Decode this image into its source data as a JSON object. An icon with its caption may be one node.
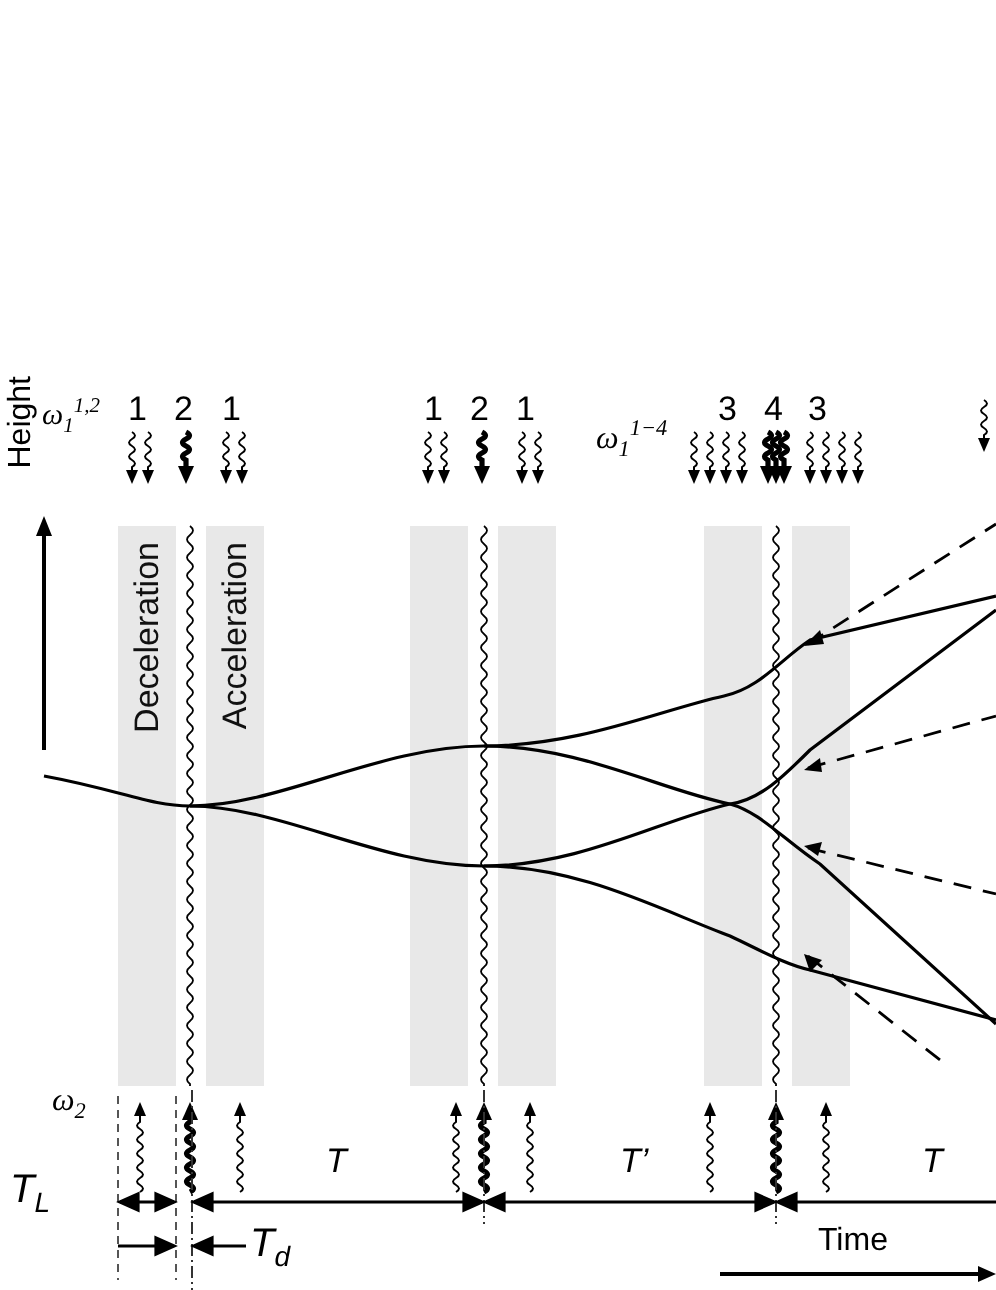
{
  "diagram": {
    "nodes": [
      {
        "text": [
          "Deceleration"
        ]
      },
      {
        "text": [
          "Acceleration"
        ]
      },
      {
        "text": [],
        "shape": "bar"
      },
      {
        "text": [],
        "shape": "bar"
      },
      {
        "text": [],
        "shape": "bar"
      },
      {
        "text": [],
        "shape": "bar"
      }
    ],
    "labels": [
      "Height",
      "1",
      "2",
      "1",
      "ω$_{1}$$^{1,2}$",
      "1",
      "2",
      "1",
      "ω$_{1}$$^{1−4}$",
      "3",
      "4",
      "3",
      "ω$_{2}$",
      "T",
      "T’",
      "T",
      "T$_{L}$",
      "T$_{d}$",
      "Time"
    ]
  }
}
